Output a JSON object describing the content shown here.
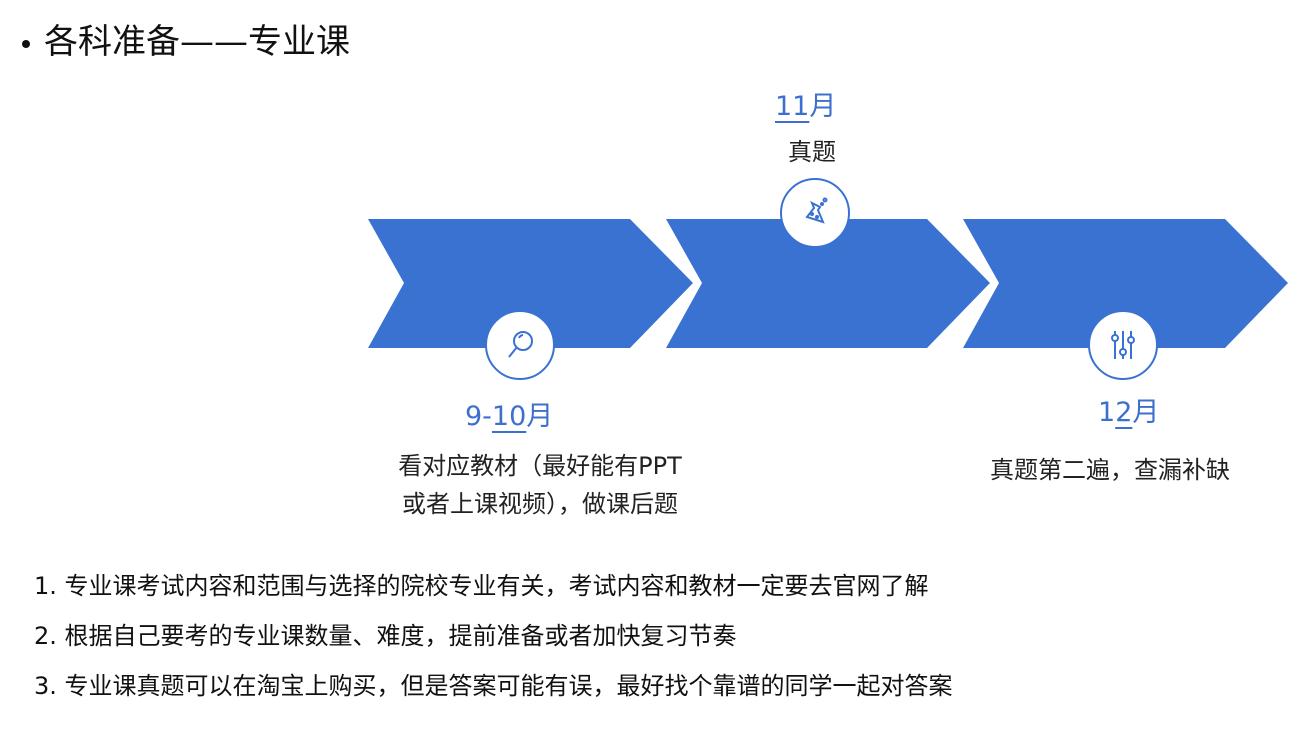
{
  "title": "各科准备——专业课",
  "timeline": {
    "accent": "#3a72d2",
    "stages": [
      {
        "month_prefix": "9-",
        "month_underlined": "10",
        "month_suffix": "月",
        "icon": "magnifier-icon",
        "desc_lines": [
          "看对应教材（最好能有PPT",
          "或者上课视频），做课后题"
        ]
      },
      {
        "month_prefix": "",
        "month_underlined": "11",
        "month_suffix": "月",
        "icon": "flask-icon",
        "desc_lines": [
          "真题"
        ]
      },
      {
        "month_prefix": "1",
        "month_underlined": "2",
        "month_suffix": "月",
        "icon": "sliders-icon",
        "desc_lines": [
          "真题第二遍，查漏补缺"
        ]
      }
    ]
  },
  "notes": [
    "1. 专业课考试内容和范围与选择的院校专业有关，考试内容和教材一定要去官网了解",
    "2. 根据自己要考的专业课数量、难度，提前准备或者加快复习节奏",
    "3. 专业课真题可以在淘宝上购买，但是答案可能有误，最好找个靠谱的同学一起对答案"
  ]
}
